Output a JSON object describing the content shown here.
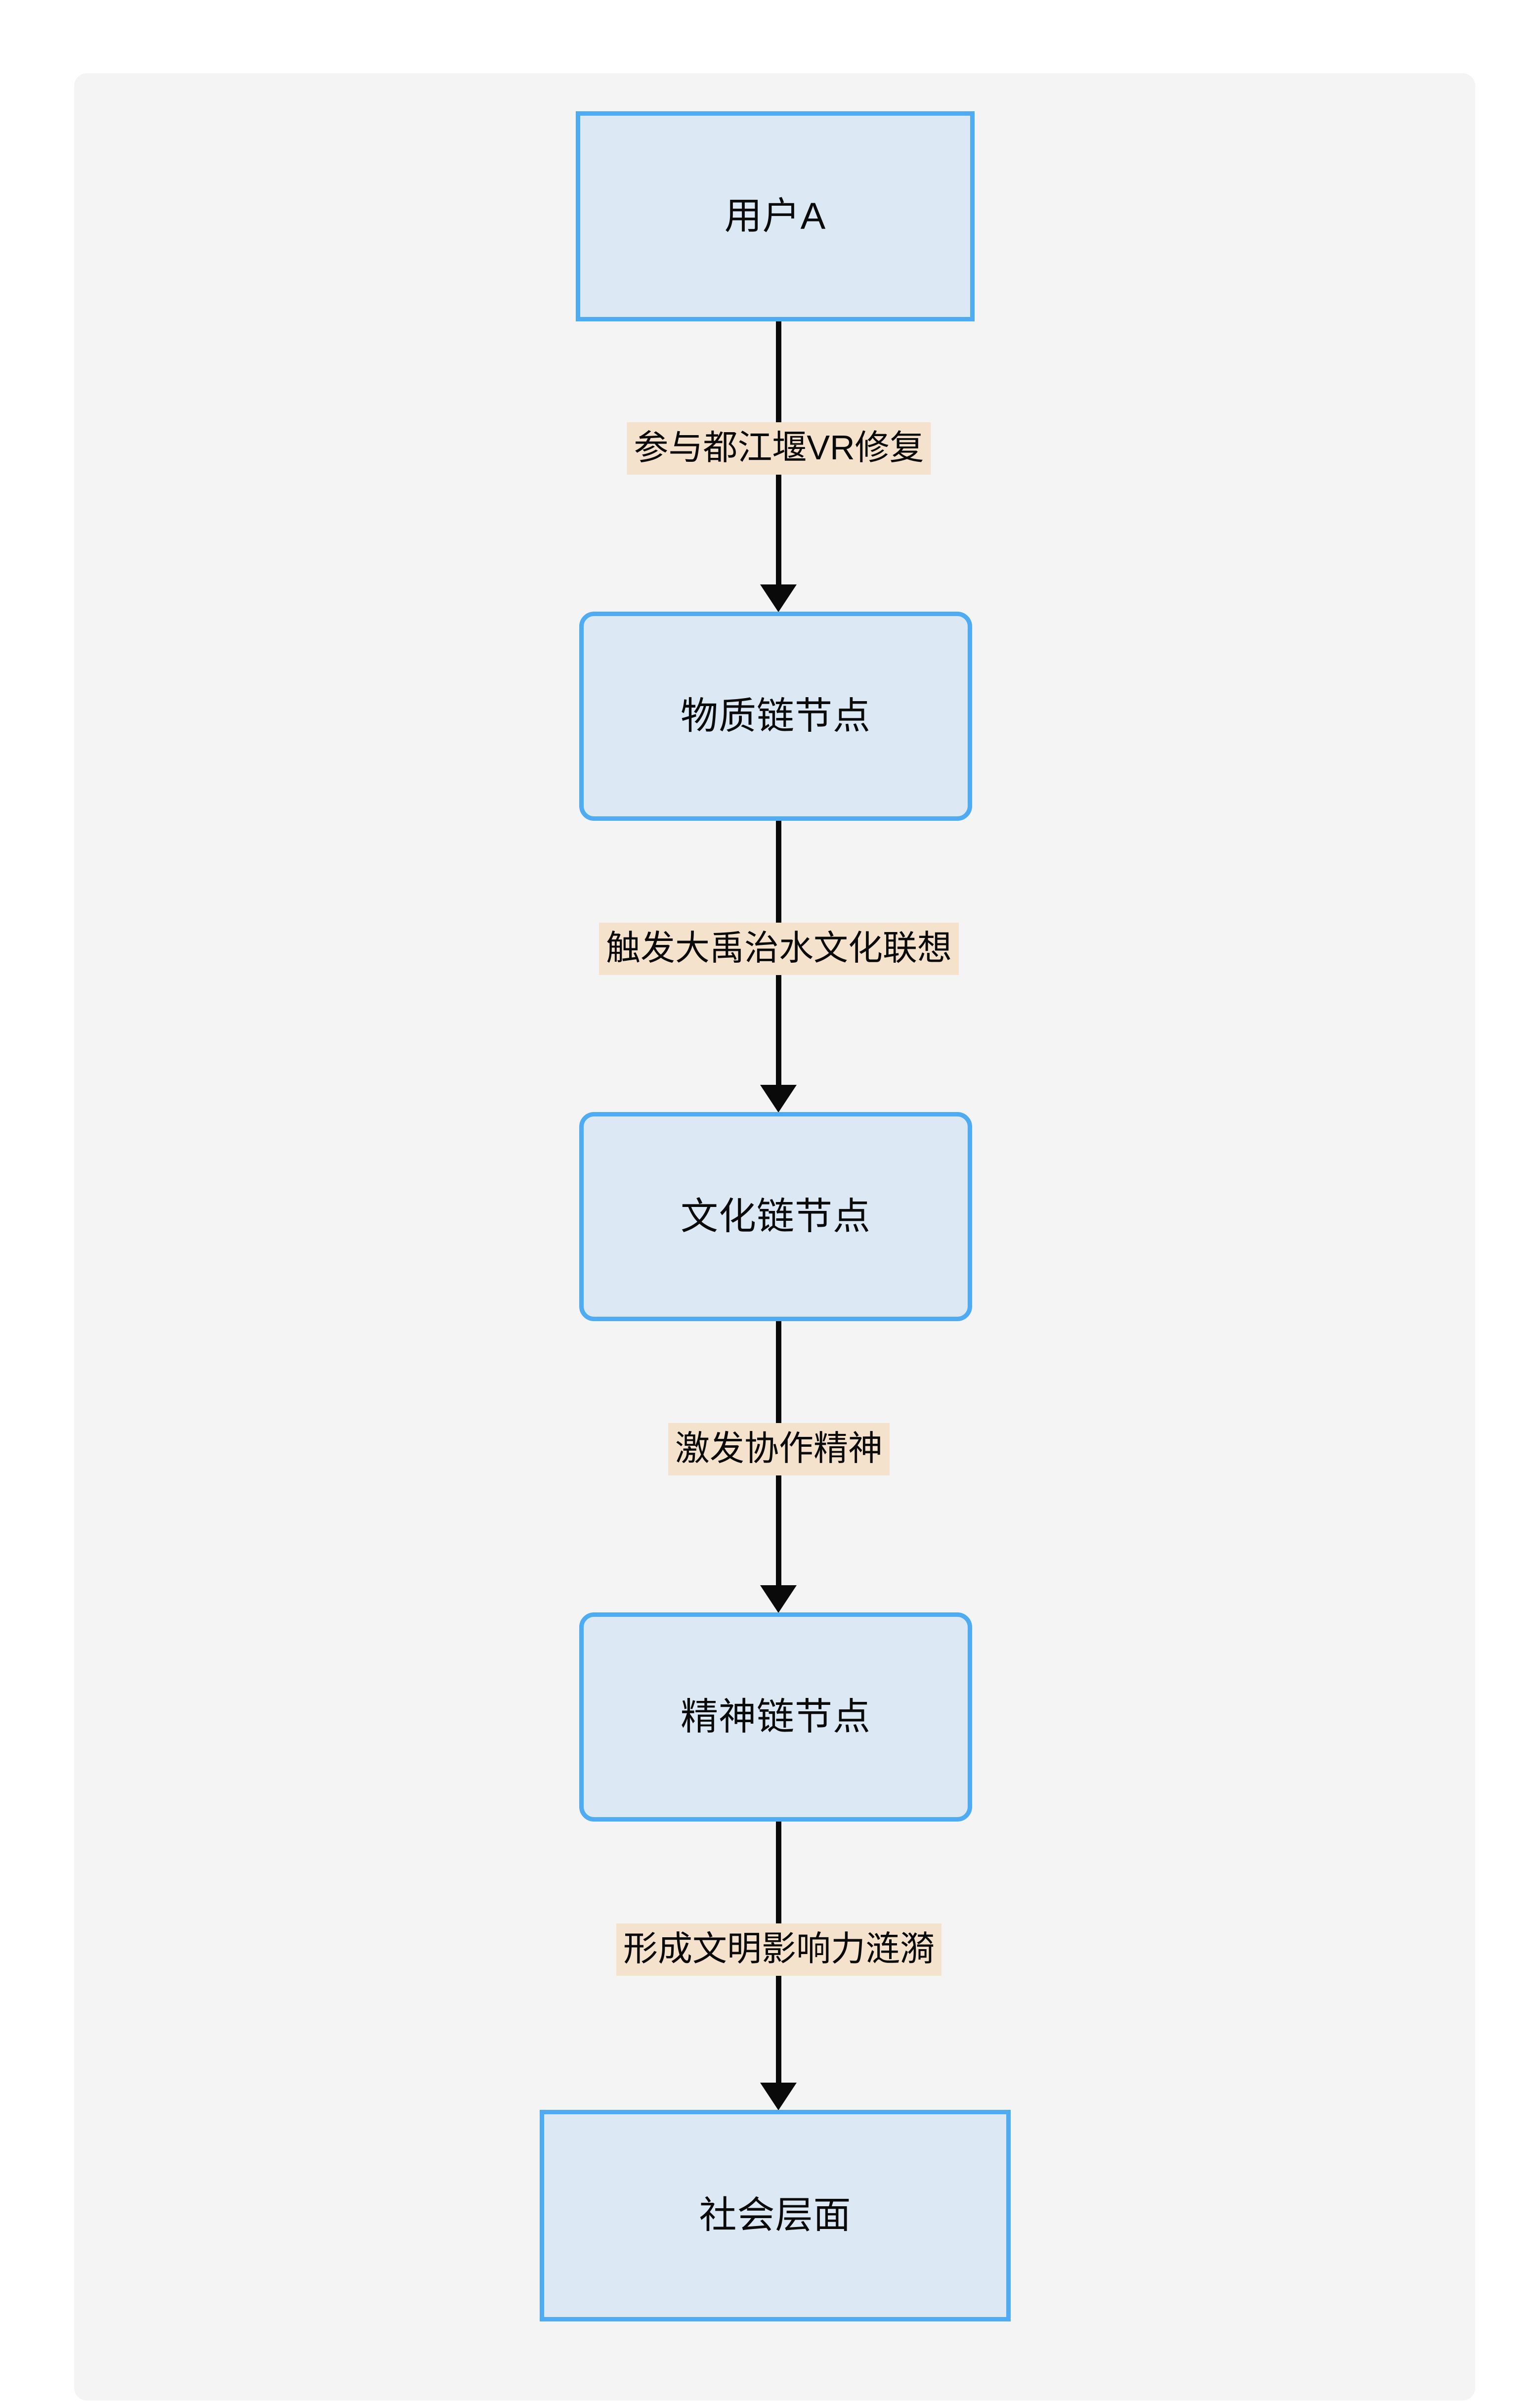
{
  "diagram": {
    "type": "flowchart",
    "direction": "top-to-bottom",
    "canvas_background": "#f4f4f4",
    "page_background": "#ffffff",
    "node_fill": "#dce9f5",
    "node_border": "#4fabf2",
    "edge_color": "#0a0a0a",
    "edge_label_background": "#f5e2cc",
    "nodes": [
      {
        "id": "user",
        "label": "用户A",
        "shape": "rectangle"
      },
      {
        "id": "material",
        "label": "物质链节点",
        "shape": "rounded-rectangle"
      },
      {
        "id": "culture",
        "label": "文化链节点",
        "shape": "rounded-rectangle"
      },
      {
        "id": "spirit",
        "label": "精神链节点",
        "shape": "rounded-rectangle"
      },
      {
        "id": "society",
        "label": "社会层面",
        "shape": "rectangle"
      }
    ],
    "edges": [
      {
        "from": "user",
        "to": "material",
        "label": "参与都江堰VR修复"
      },
      {
        "from": "material",
        "to": "culture",
        "label": "触发大禹治水文化联想"
      },
      {
        "from": "culture",
        "to": "spirit",
        "label": "激发协作精神"
      },
      {
        "from": "spirit",
        "to": "society",
        "label": "形成文明影响力涟漪"
      }
    ]
  }
}
